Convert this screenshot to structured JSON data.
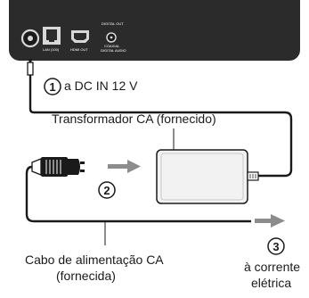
{
  "ports": {
    "lan": "LAN (100)",
    "hdmi": "HDMI OUT",
    "digital_line1": "DIGITAL OUT",
    "digital_line2": "COAXIAL",
    "digital_line3": "DIGITAL AUDIO"
  },
  "steps": [
    {
      "number": "1",
      "text": "a DC IN 12 V"
    },
    {
      "number": "2",
      "text": ""
    },
    {
      "number": "3",
      "text": "à corrente elétrica"
    }
  ],
  "labels": {
    "adapter": "Transformador CA (fornecido)",
    "cable_line1": "Cabo de alimentação CA",
    "cable_line2": "(fornecida)",
    "outlet_line1": "à corrente",
    "outlet_line2": "elétrica"
  },
  "colors": {
    "device": "#2b2b2b",
    "line": "#1a1a1a",
    "arrow": "#8c8c8c",
    "adapter": "#f2f2f2"
  }
}
